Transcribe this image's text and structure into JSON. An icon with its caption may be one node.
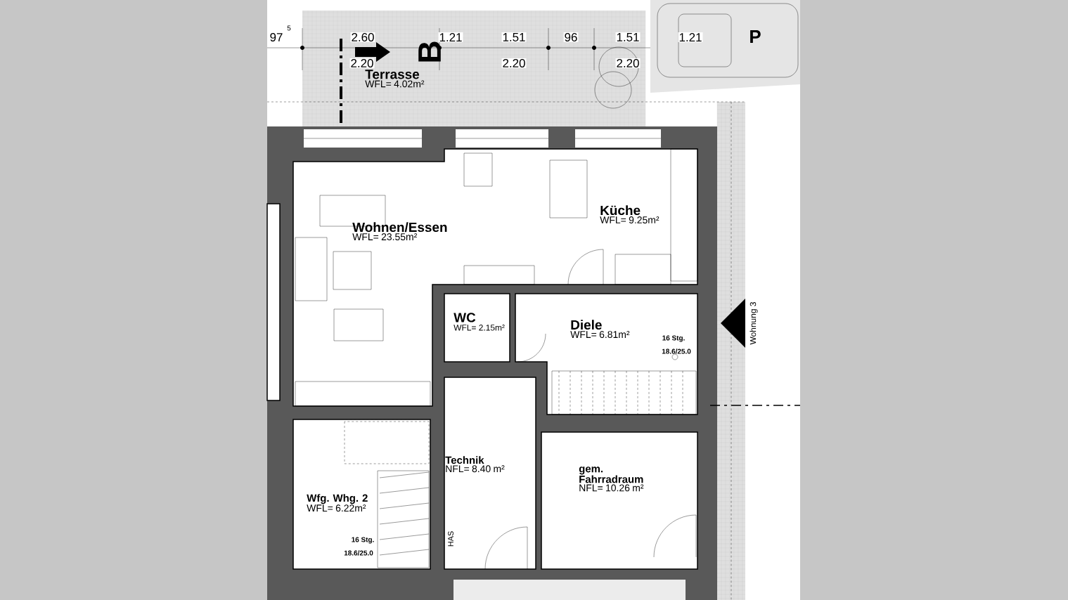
{
  "diagram": {
    "nodes": [
      {
        "text": [
          "Terrasse",
          "WFL= 4.02m²"
        ]
      },
      {
        "text": [
          "Wohnen/Essen",
          "WFL= 23.55m²"
        ]
      },
      {
        "text": [
          "Küche",
          "WFL= 9.25m²"
        ]
      },
      {
        "text": [
          "WC",
          "WFL= 2.15m²"
        ]
      },
      {
        "text": [
          "Diele",
          "WFL= 6.81m²"
        ]
      },
      {
        "text": [
          "Wfg. Whg. 2",
          "WFL= 6.22m²"
        ]
      },
      {
        "text": [
          "Technik",
          "NFL= 8.40 m²"
        ]
      },
      {
        "text": [
          "gem. Fahrradraum",
          "NFL= 10.26 m²"
        ]
      }
    ],
    "labels": [
      "97",
      "5",
      "2.60",
      "1.21",
      "1.51",
      "96",
      "1.51",
      "1.21",
      "P",
      "B",
      "2.20",
      "2.20",
      "2.20",
      "16 Stg.",
      "18.6/25.0",
      "Wohnung 3",
      "16 Stg.",
      "18.6/25.0",
      "HAS"
    ]
  }
}
